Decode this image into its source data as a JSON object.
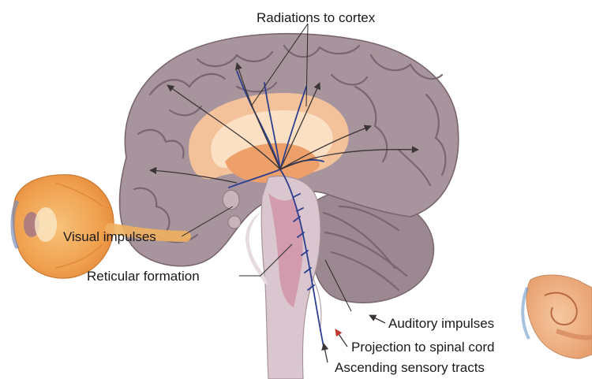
{
  "labels": {
    "radiations_to_cortex": "Radiations to cortex",
    "visual_impulses": "Visual impulses",
    "reticular_formation": "Reticular formation",
    "auditory_impulses": "Auditory impulses",
    "projection_to_spinal_cord": "Projection to spinal cord",
    "ascending_sensory_tracts": "Ascending sensory tracts"
  },
  "colors": {
    "cortex": "#a8949c",
    "cortex_dark": "#7a6670",
    "limbic": "#f7c49a",
    "thalamus": "#eea06a",
    "brainstem": "#d9c6cf",
    "reticular": "#cf8ea3",
    "tract": "#2d3f8e",
    "eye": "#f2a052"
  },
  "icons": {
    "eye": "eye-illustration",
    "ear": "ear-illustration"
  }
}
